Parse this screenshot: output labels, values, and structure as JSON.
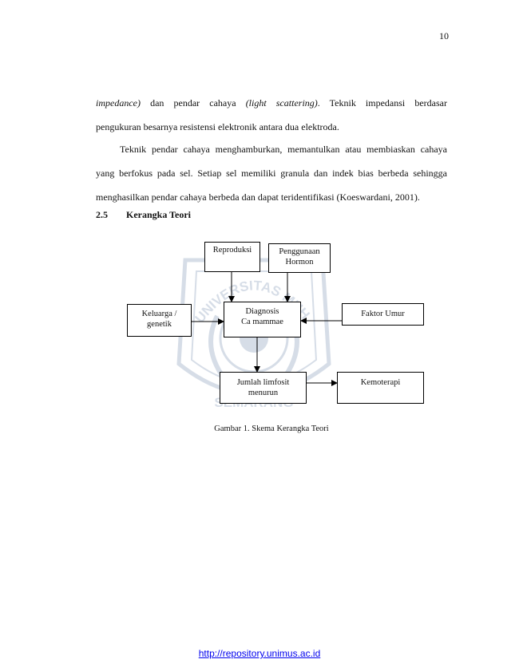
{
  "page_number": "10",
  "paragraph1": {
    "line1": {
      "em1": "impedance)",
      "t1": " dan pendar cahaya ",
      "em2": "(light scattering)",
      "t2": ". Teknik impedansi berdasar"
    },
    "line2": "pengukuran besarnya resistensi elektronik antara dua elektroda."
  },
  "paragraph2": {
    "line1": "Teknik pendar cahaya menghamburkan, memantulkan atau membiaskan cahaya",
    "line2": "yang berfokus pada sel. Setiap sel memiliki granula dan indek bias berbeda sehingga",
    "line3": "menghasilkan pendar cahaya berbeda dan dapat teridentifikasi (Koeswardani, 2001)."
  },
  "section": {
    "number": "2.5",
    "title": "Kerangka Teori"
  },
  "watermark": {
    "top_text": "UNIVERSITAS MUHAMMADIYAH",
    "bottom_text": "SEMARANG"
  },
  "diagram": {
    "reproduksi": "Reproduksi",
    "penggunaan_line1": "Penggunaan",
    "penggunaan_line2": "Hormon",
    "keluarga_line1": "Keluarga /",
    "keluarga_line2": "genetik",
    "diagnosis_line1": "Diagnosis",
    "diagnosis_line2": "Ca mammae",
    "faktor": "Faktor Umur",
    "jumlah_line1": "Jumlah limfosit",
    "jumlah_line2": "menurun",
    "kemoterapi": "Kemoterapi"
  },
  "caption": "Gambar 1. Skema Kerangka Teori",
  "footer_link": "http://repository.unimus.ac.id"
}
